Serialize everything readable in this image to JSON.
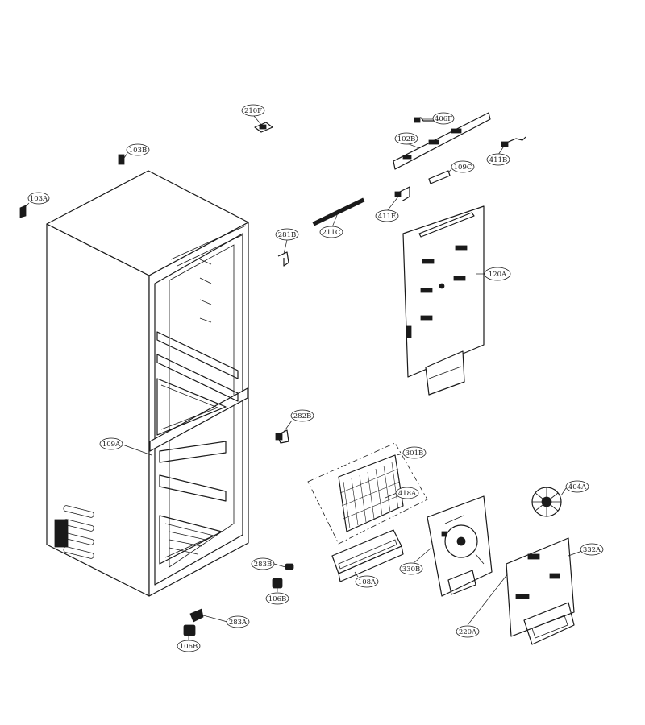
{
  "callouts": [
    {
      "id": "103A",
      "label": "103A"
    },
    {
      "id": "103B",
      "label": "103B"
    },
    {
      "id": "210F",
      "label": "210F"
    },
    {
      "id": "211C",
      "label": "211C"
    },
    {
      "id": "281B",
      "label": "281B"
    },
    {
      "id": "406F",
      "label": "406F"
    },
    {
      "id": "102B",
      "label": "102B"
    },
    {
      "id": "411B",
      "label": "411B"
    },
    {
      "id": "109C",
      "label": "109C"
    },
    {
      "id": "411E",
      "label": "411E"
    },
    {
      "id": "120A",
      "label": "120A"
    },
    {
      "id": "282B",
      "label": "282B"
    },
    {
      "id": "109A",
      "label": "109A"
    },
    {
      "id": "301B",
      "label": "301B"
    },
    {
      "id": "418A",
      "label": "418A"
    },
    {
      "id": "404A",
      "label": "404A"
    },
    {
      "id": "332A",
      "label": "332A"
    },
    {
      "id": "330B",
      "label": "330B"
    },
    {
      "id": "108A",
      "label": "108A"
    },
    {
      "id": "220A",
      "label": "220A"
    },
    {
      "id": "283B",
      "label": "283B"
    },
    {
      "id": "106B_a",
      "label": "106B"
    },
    {
      "id": "283A",
      "label": "283A"
    },
    {
      "id": "106B_b",
      "label": "106B"
    }
  ]
}
